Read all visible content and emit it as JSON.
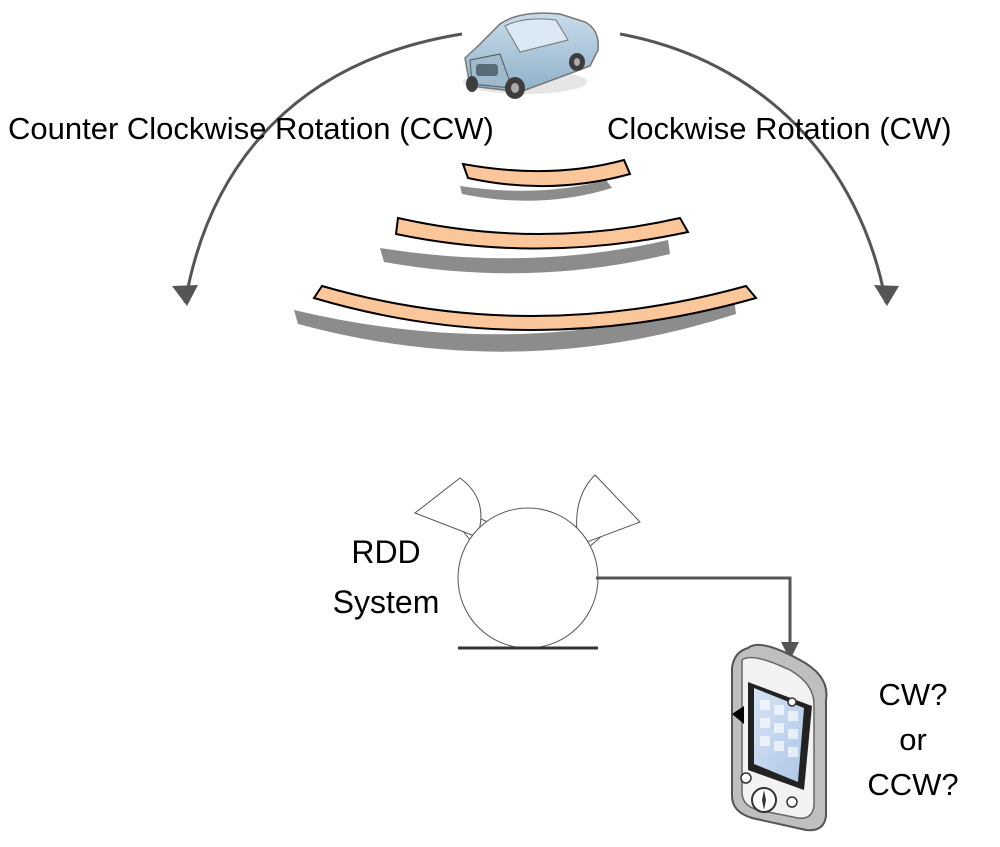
{
  "labels": {
    "ccw": "Counter Clockwise Rotation (CCW)",
    "cw": "Clockwise Rotation (CW)",
    "rdd_line1": "RDD",
    "rdd_line2": "System",
    "question_line1": "CW?",
    "question_line2": "or",
    "question_line3": "CCW?"
  },
  "icons": {
    "vehicle": "car-icon",
    "antenna_left": "radar-dish-icon",
    "antenna_right": "radar-dish-icon",
    "handheld": "handheld-device-icon"
  },
  "colors": {
    "wave_fill": "#fbc79a",
    "wave_shadow": "#8c8c8c",
    "arrow": "#555555",
    "outline": "#000000"
  }
}
